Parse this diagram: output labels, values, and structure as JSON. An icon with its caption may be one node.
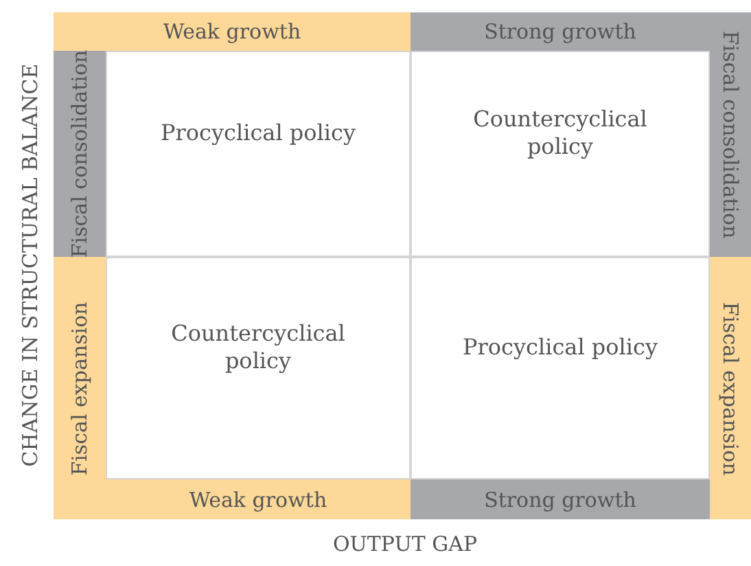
{
  "diagram": {
    "nodes": [
      {
        "text": [
          "Weak growth"
        ]
      },
      {
        "text": [
          "Strong growth"
        ]
      },
      {
        "text": [
          "Fiscal consolidation"
        ]
      },
      {
        "text": [
          "Procyclical policy"
        ]
      },
      {
        "text": [
          "Countercyclical policy"
        ]
      },
      {
        "text": [
          "Fiscal consolidation"
        ]
      },
      {
        "text": [
          "Fiscal expansion"
        ]
      },
      {
        "text": [
          "Countercyclical policy"
        ]
      },
      {
        "text": [
          "Procyclical policy"
        ]
      },
      {
        "text": [
          "Fiscal expansion"
        ]
      },
      {
        "text": [
          "Weak growth"
        ]
      },
      {
        "text": [
          "Strong growth"
        ]
      }
    ],
    "labels": [
      "CHANGE IN STRUCTURAL BALANCE",
      "OUTPUT GAP"
    ]
  }
}
